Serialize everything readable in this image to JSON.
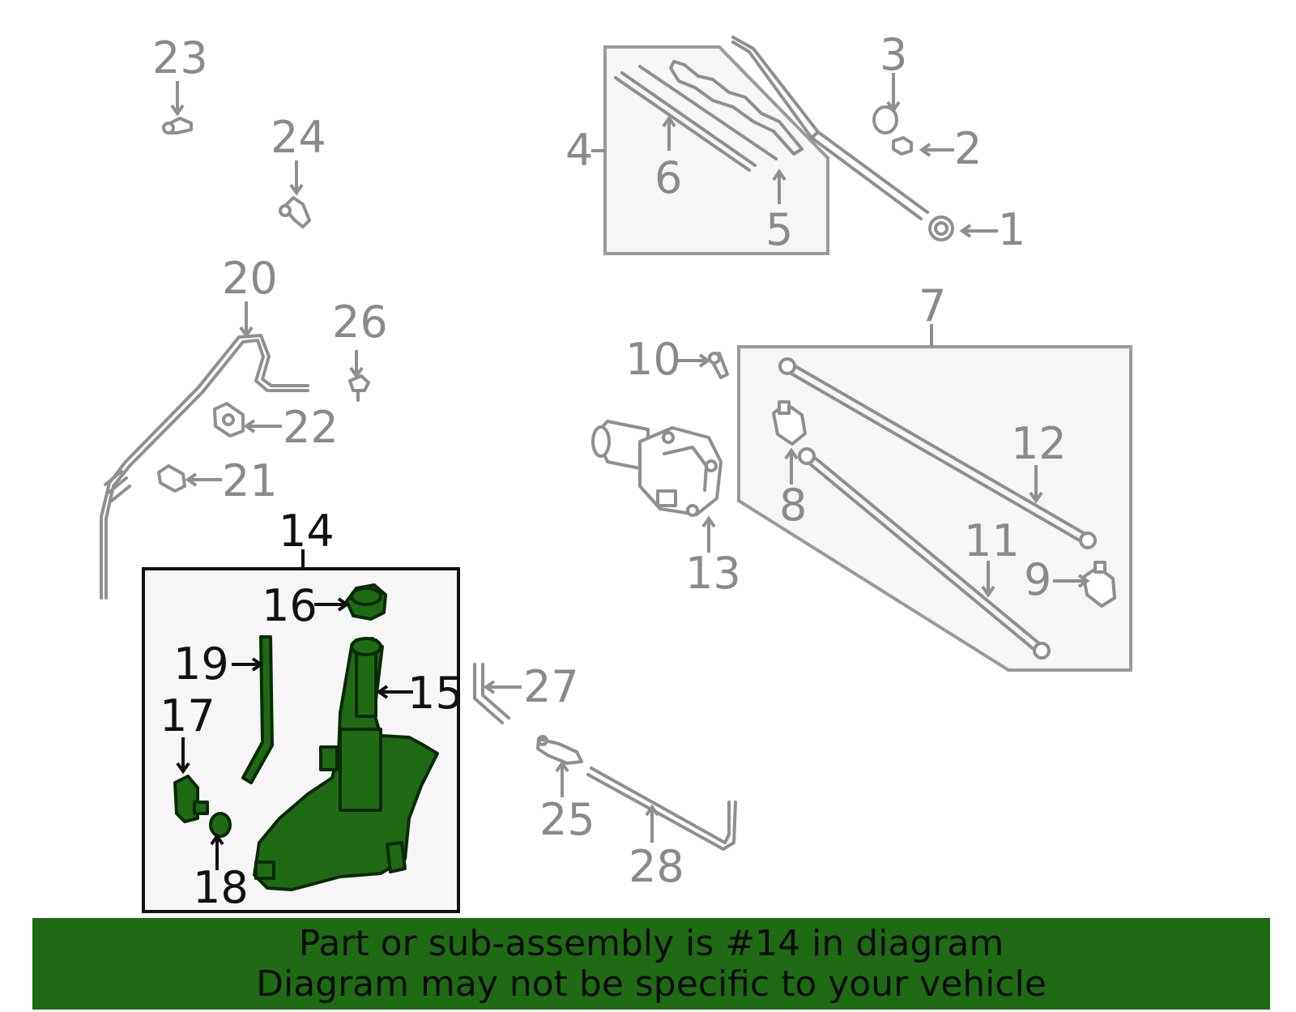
{
  "callouts": {
    "c1": "1",
    "c2": "2",
    "c3": "3",
    "c4": "4",
    "c5": "5",
    "c6": "6",
    "c7": "7",
    "c8": "8",
    "c9": "9",
    "c10": "10",
    "c11": "11",
    "c12": "12",
    "c13": "13",
    "c14": "14",
    "c15": "15",
    "c16": "16",
    "c17": "17",
    "c18": "18",
    "c19": "19",
    "c20": "20",
    "c21": "21",
    "c22": "22",
    "c23": "23",
    "c24": "24",
    "c25": "25",
    "c26": "26",
    "c27": "27",
    "c28": "28"
  },
  "highlighted_part": "14",
  "colors": {
    "highlight_green": "#1f6b14",
    "banner_green": "#1e6b14",
    "grey_line": "#8f8f8f"
  },
  "banner": {
    "line1": "Part or sub-assembly is #14 in diagram",
    "line2": "Diagram may not be specific to your vehicle"
  }
}
